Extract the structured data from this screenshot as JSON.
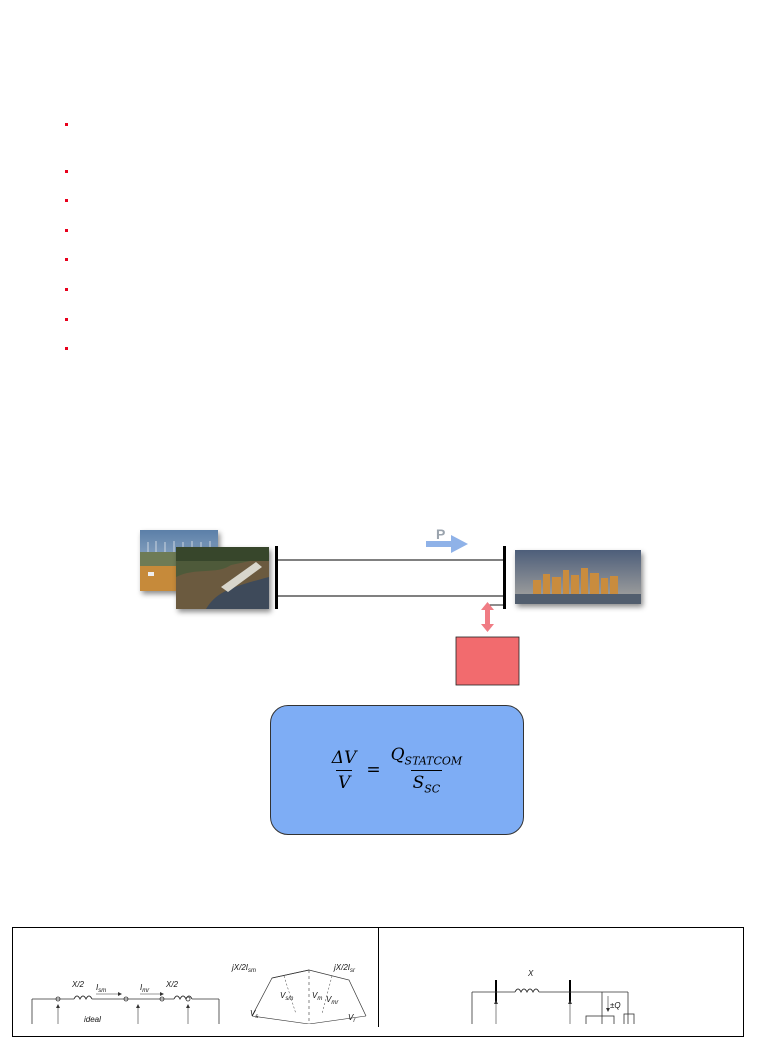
{
  "bullets": {
    "count": 8,
    "color": "#e8001c"
  },
  "power_flow": {
    "arrow_label": "P",
    "arrow_color": "#8fb2e8",
    "reactive_arrow_color": "#f07c84"
  },
  "statcom_box": {
    "fill": "#f26b6e"
  },
  "formula": {
    "box_fill": "#7eadf5",
    "lhs_num": "ΔV",
    "lhs_den": "V",
    "eq": "=",
    "rhs_num_base": "Q",
    "rhs_num_sub": "STATCOM",
    "rhs_den_base": "S",
    "rhs_den_sub": "SC"
  },
  "left_diagram": {
    "x2_a": "X/2",
    "i_sm": "I",
    "i_sm_sub": "sm",
    "i_mr": "I",
    "i_mr_sub": "mr",
    "x2_b": "X/2",
    "ideal": "ideal",
    "jx_sm": "jX/2I",
    "jx_sm_sub": "sm",
    "jx_sr": "jX/2I",
    "jx_sr_sub": "sr",
    "v_sm": "V",
    "v_sm_sub": "sm",
    "v_m": "V",
    "v_m_sub": "m",
    "v_mr": "V",
    "v_mr_sub": "mr",
    "v_s": "V",
    "v_s_sub": "s",
    "v_r": "V",
    "v_r_sub": "r"
  },
  "right_diagram": {
    "x": "X",
    "q": "±Q"
  }
}
